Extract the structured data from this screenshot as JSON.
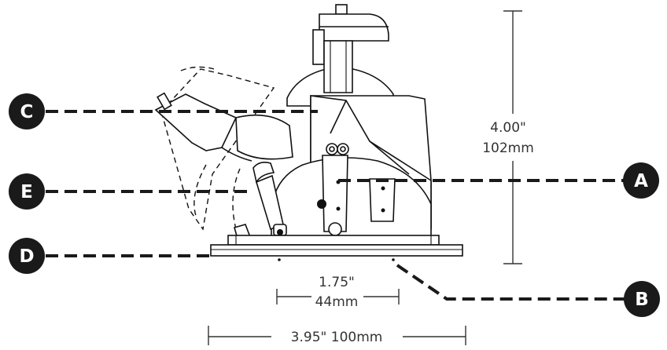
{
  "callouts": {
    "a": "A",
    "b": "B",
    "c": "C",
    "d": "D",
    "e": "E"
  },
  "dimensions": {
    "height_in": "4.00\"",
    "height_mm": "102mm",
    "opening_in": "1.75\"",
    "opening_mm": "44mm",
    "width_label": "3.95\" 100mm"
  },
  "colors": {
    "callout_fill": "#1a1a1a",
    "line": "#111111",
    "dimension_text": "#333333"
  }
}
